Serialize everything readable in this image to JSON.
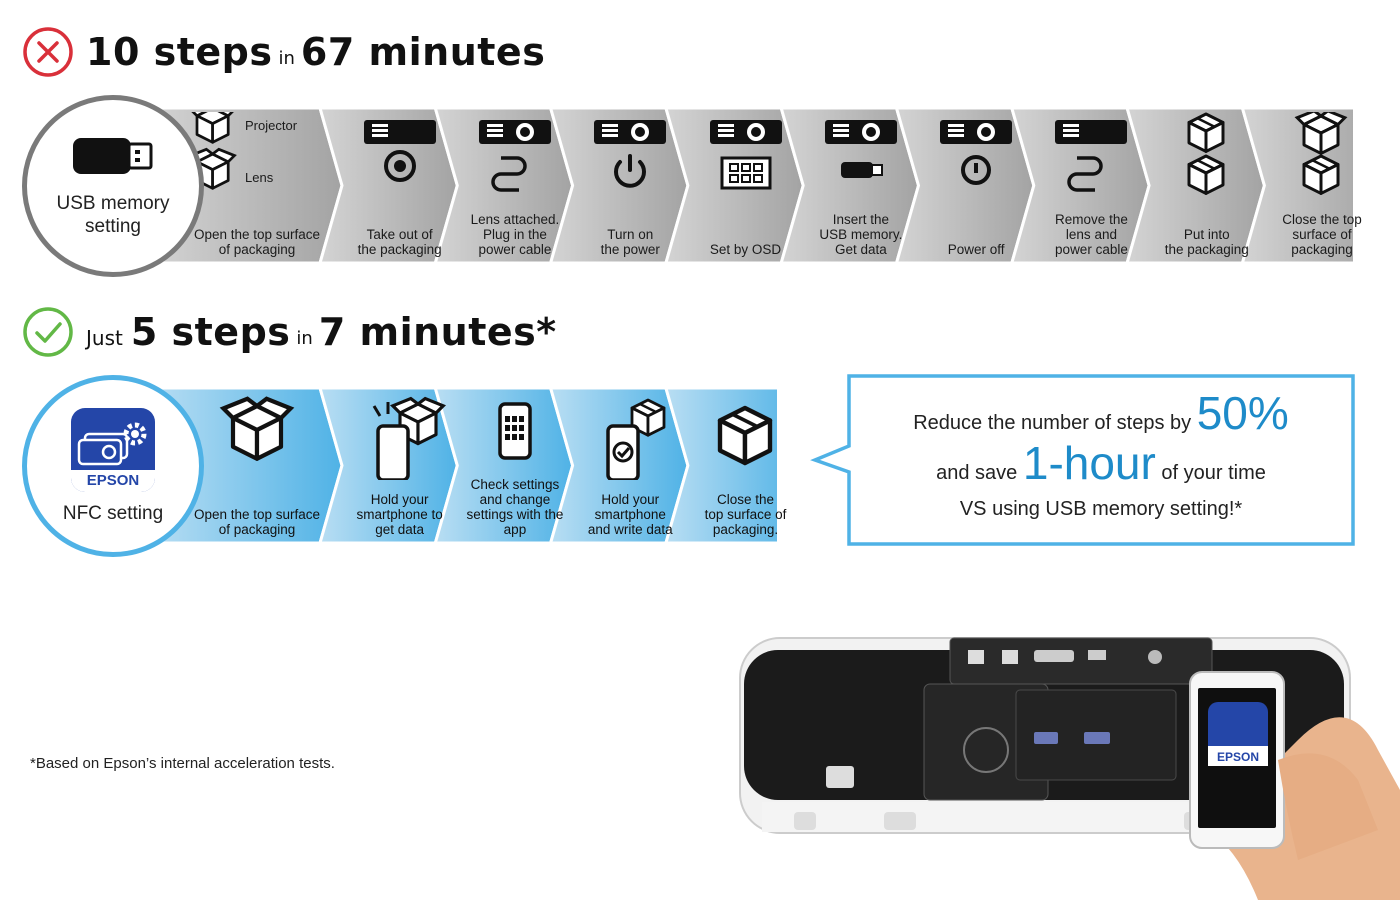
{
  "colors": {
    "red": "#d9303a",
    "green": "#62b846",
    "gray_light": "#d4d4d4",
    "gray_dark": "#a3a3a3",
    "blue_light": "#b9def3",
    "blue_dark": "#4fb2e6",
    "accent": "#1e8bc9"
  },
  "usb": {
    "heading": {
      "count": "10 steps",
      "joiner": "in",
      "time": "67 minutes"
    },
    "badge_label": [
      "USB memory",
      "setting"
    ],
    "steps": [
      {
        "icon": "box-pair-icon",
        "lines": [
          "Open the top surface",
          "of packaging"
        ],
        "sub_labels": [
          "Projector",
          "Lens"
        ]
      },
      {
        "icon": "projector-lens-icon",
        "lines": [
          "Take out of",
          "the packaging"
        ]
      },
      {
        "icon": "projector-cable-icon",
        "lines": [
          "Lens attached.",
          "Plug in the",
          "power cable"
        ]
      },
      {
        "icon": "projector-power-icon",
        "lines": [
          "Turn on",
          "the power"
        ]
      },
      {
        "icon": "projector-osd-icon",
        "lines": [
          "Set by OSD"
        ]
      },
      {
        "icon": "projector-usb-icon",
        "lines": [
          "Insert the",
          "USB memory.",
          "Get data"
        ]
      },
      {
        "icon": "projector-poweroff-icon",
        "lines": [
          "Power off"
        ]
      },
      {
        "icon": "projector-remove-icon",
        "lines": [
          "Remove the",
          "lens and",
          "power cable"
        ]
      },
      {
        "icon": "box-cubes-icon",
        "lines": [
          "Put into",
          "the packaging"
        ]
      },
      {
        "icon": "box-closed-icon",
        "lines": [
          "Close the top",
          "surface of",
          "packaging"
        ]
      }
    ]
  },
  "nfc": {
    "heading": {
      "prefix": "Just",
      "count": "5 steps",
      "joiner": "in",
      "time": "7 minutes*"
    },
    "badge_label": "NFC setting",
    "app_name": "EPSON",
    "steps": [
      {
        "icon": "open-box-icon",
        "lines": [
          "Open the top surface",
          "of packaging"
        ]
      },
      {
        "icon": "phone-box-icon",
        "lines": [
          "Hold your",
          "smartphone to",
          "get data"
        ]
      },
      {
        "icon": "phone-app-icon",
        "lines": [
          "Check settings",
          "and change",
          "settings with the",
          "app"
        ]
      },
      {
        "icon": "phone-write-icon",
        "lines": [
          "Hold your",
          "smartphone",
          "and write data"
        ]
      },
      {
        "icon": "closed-box-icon",
        "lines": [
          "Close the",
          "top surface of",
          "packaging."
        ]
      }
    ]
  },
  "callout": {
    "line1_pre": "Reduce the number of steps by",
    "line1_value": "50%",
    "line2_pre": "and save",
    "line2_value": "1-hour",
    "line2_post": "of your time",
    "line3": "VS using USB memory setting!*"
  },
  "footnote": "*Based on Epson’s internal acceleration tests.",
  "photo": {
    "app_name": "EPSON"
  }
}
